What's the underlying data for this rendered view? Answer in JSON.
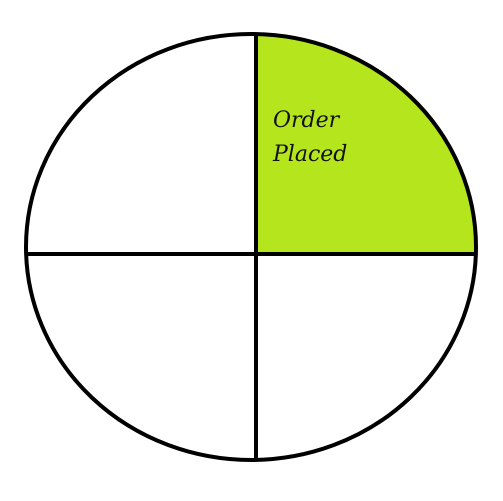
{
  "diagram": {
    "quadrants": [
      {
        "id": "top-right",
        "label_lines": [
          "Order",
          "Placed"
        ],
        "highlighted": true
      },
      {
        "id": "bottom-right",
        "label_lines": [],
        "highlighted": false
      },
      {
        "id": "bottom-left",
        "label_lines": [],
        "highlighted": false
      },
      {
        "id": "top-left",
        "label_lines": [],
        "highlighted": false
      }
    ]
  },
  "colors": {
    "highlight": "#B5E61D",
    "stroke": "#000000",
    "background": "#FFFFFF"
  }
}
